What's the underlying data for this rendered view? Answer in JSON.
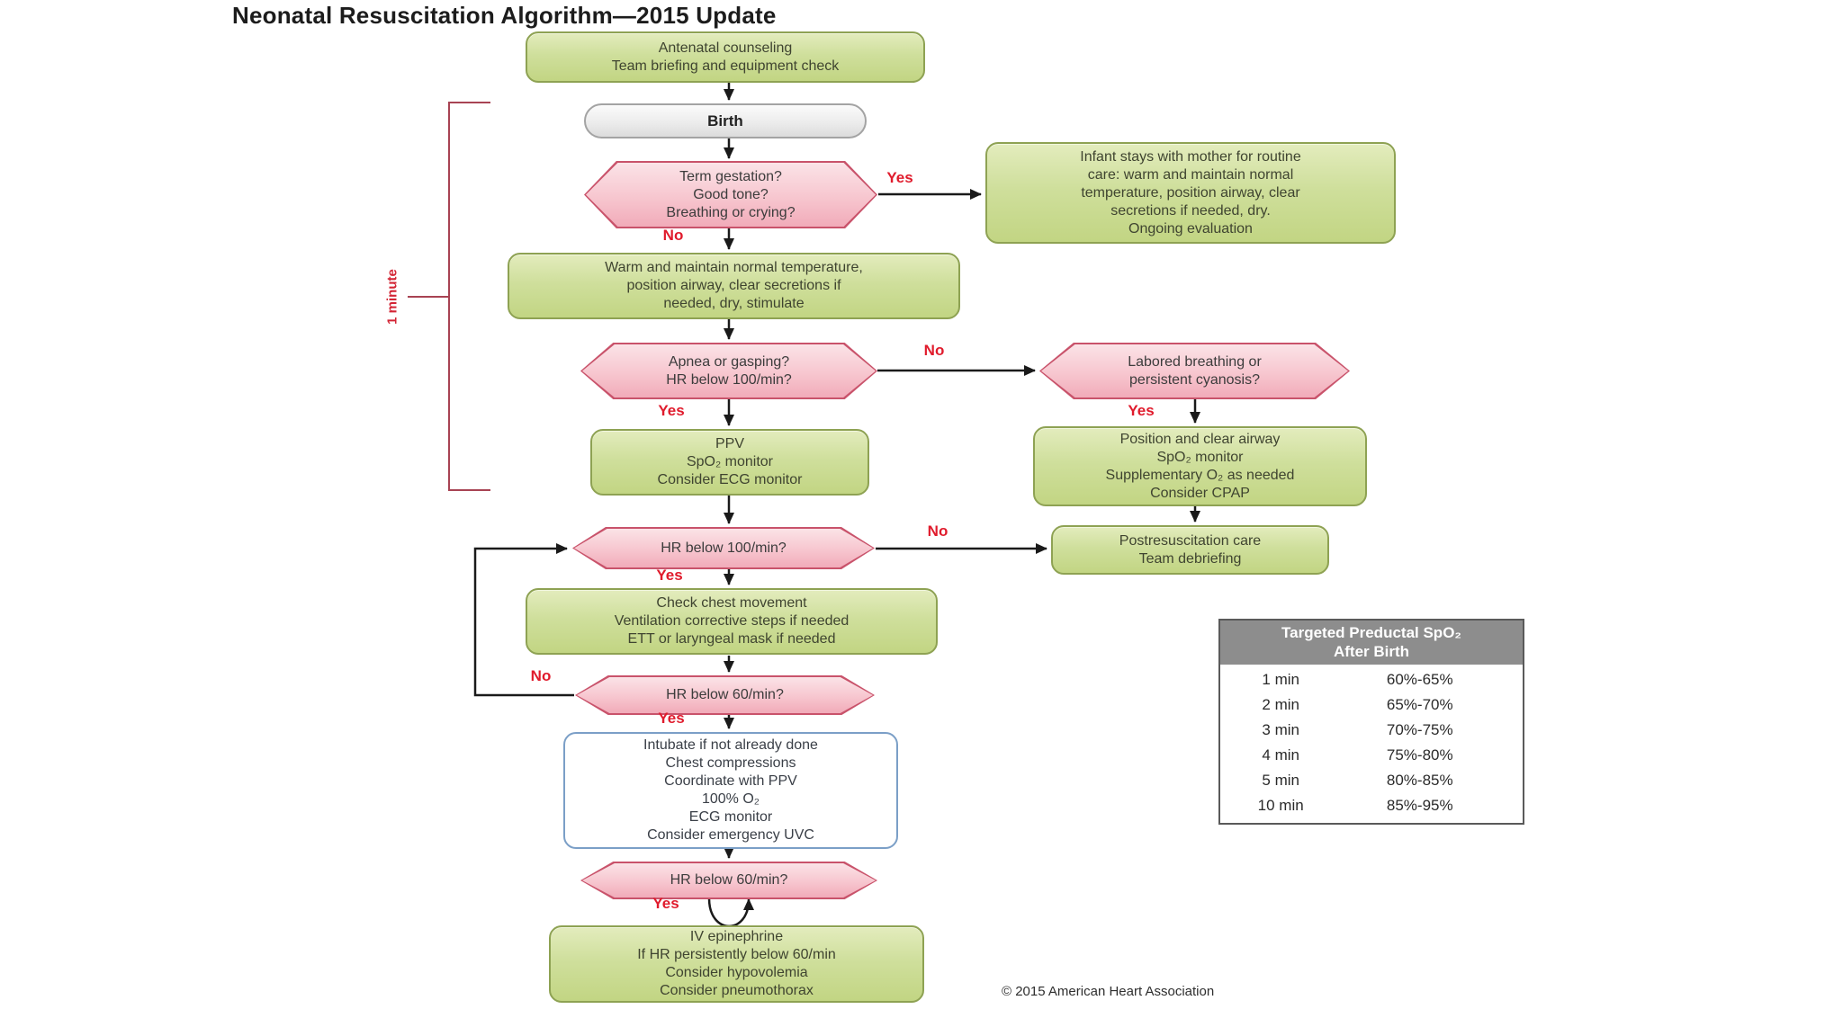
{
  "title": "Neonatal Resuscitation Algorithm—2015 Update",
  "copyright": "© 2015 American Heart Association",
  "bracket_label": "1 minute",
  "labels": {
    "yes_term": "Yes",
    "no_term": "No",
    "no_apnea": "No",
    "yes_apnea": "Yes",
    "yes_labored": "Yes",
    "no_hr100": "No",
    "yes_hr100": "Yes",
    "no_hr60": "No",
    "yes_hr60": "Yes",
    "yes_hr60_repeat": "Yes"
  },
  "nodes": {
    "antenatal": {
      "lines": [
        "Antenatal counseling",
        "Team briefing and equipment check"
      ]
    },
    "birth": {
      "lines": [
        "Birth"
      ]
    },
    "q_term": {
      "lines": [
        "Term gestation?",
        "Good tone?",
        "Breathing or crying?"
      ]
    },
    "routine_care": {
      "lines": [
        "Infant stays with mother for routine",
        "care: warm and maintain normal",
        "temperature, position airway, clear",
        "secretions if needed, dry.",
        "Ongoing evaluation"
      ]
    },
    "warm": {
      "lines": [
        "Warm and maintain normal temperature,",
        "position airway, clear secretions if",
        "needed, dry, stimulate"
      ]
    },
    "q_apnea": {
      "lines": [
        "Apnea or gasping?",
        "HR below 100/min?"
      ]
    },
    "q_labored": {
      "lines": [
        "Labored breathing or",
        "persistent cyanosis?"
      ]
    },
    "ppv": {
      "lines": [
        "PPV",
        "SpO₂ monitor",
        "Consider ECG monitor"
      ]
    },
    "cpap": {
      "lines": [
        "Position and clear airway",
        "SpO₂ monitor",
        "Supplementary O₂ as needed",
        "Consider CPAP"
      ]
    },
    "q_hr100": {
      "lines": [
        "HR below 100/min?"
      ]
    },
    "postres": {
      "lines": [
        "Postresuscitation care",
        "Team debriefing"
      ]
    },
    "check_chest": {
      "lines": [
        "Check chest movement",
        "Ventilation corrective steps if needed",
        "ETT or laryngeal mask if needed"
      ]
    },
    "q_hr60a": {
      "lines": [
        "HR below 60/min?"
      ]
    },
    "compressions": {
      "lines": [
        "Intubate if not already done",
        "Chest compressions",
        "Coordinate with PPV",
        "100% O₂",
        "ECG monitor",
        "Consider emergency UVC"
      ]
    },
    "q_hr60b": {
      "lines": [
        "HR below 60/min?"
      ]
    },
    "epinephrine": {
      "lines": [
        "IV epinephrine",
        "If HR persistently below 60/min",
        "Consider hypovolemia",
        "Consider pneumothorax"
      ]
    }
  },
  "table": {
    "title_line1": "Targeted Preductal SpO₂",
    "title_line2": "After Birth",
    "rows": [
      {
        "time": "1 min",
        "range": "60%-65%"
      },
      {
        "time": "2 min",
        "range": "65%-70%"
      },
      {
        "time": "3 min",
        "range": "70%-75%"
      },
      {
        "time": "4 min",
        "range": "75%-80%"
      },
      {
        "time": "5 min",
        "range": "80%-85%"
      },
      {
        "time": "10 min",
        "range": "85%-95%"
      }
    ]
  },
  "colors": {
    "action_green_fill": "#cfdf9c",
    "action_green_border": "#8ea253",
    "decision_pink_fill": "#f7c6cf",
    "decision_pink_border": "#c9536b",
    "compression_blue_fill": "#c6daee",
    "compression_blue_border": "#7b9fc7",
    "birth_gray_fill": "#ececec",
    "yes_no_red": "#e01b2c",
    "bracket_maroon": "#a84353",
    "table_header_gray": "#8d8d8d",
    "arrow_black": "#1a1a1a"
  }
}
